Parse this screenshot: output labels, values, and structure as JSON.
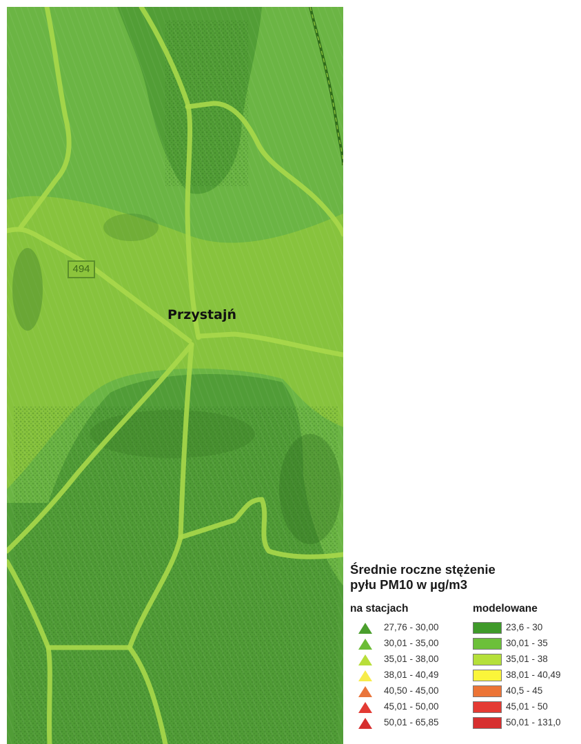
{
  "map": {
    "road_number": "494",
    "place_name": "Przystajń"
  },
  "legend": {
    "title_line1": "Średnie roczne stężenie",
    "title_line2": "pyłu PM10 w µg/m3",
    "stations_header": "na stacjach",
    "modeled_header": "modelowane",
    "rows": [
      {
        "station_range": "27,76 - 30,00",
        "model_range": "23,6 - 30",
        "color": "#3f9a2a"
      },
      {
        "station_range": "30,01 - 35,00",
        "model_range": "30,01 - 35",
        "color": "#6cc03a"
      },
      {
        "station_range": "35,01 - 38,00",
        "model_range": "35,01 - 38",
        "color": "#b5e03a"
      },
      {
        "station_range": "38,01 - 40,49",
        "model_range": "38,01 - 40,49",
        "color": "#fbf53a"
      },
      {
        "station_range": "40,50 - 45,00",
        "model_range": "40,5 - 45",
        "color": "#ec7436"
      },
      {
        "station_range": "45,01 - 50,00",
        "model_range": "45,01 - 50",
        "color": "#e43a33"
      },
      {
        "station_range": "50,01 - 65,85",
        "model_range": "50,01 - 131,0",
        "color": "#d72f2f"
      }
    ]
  }
}
